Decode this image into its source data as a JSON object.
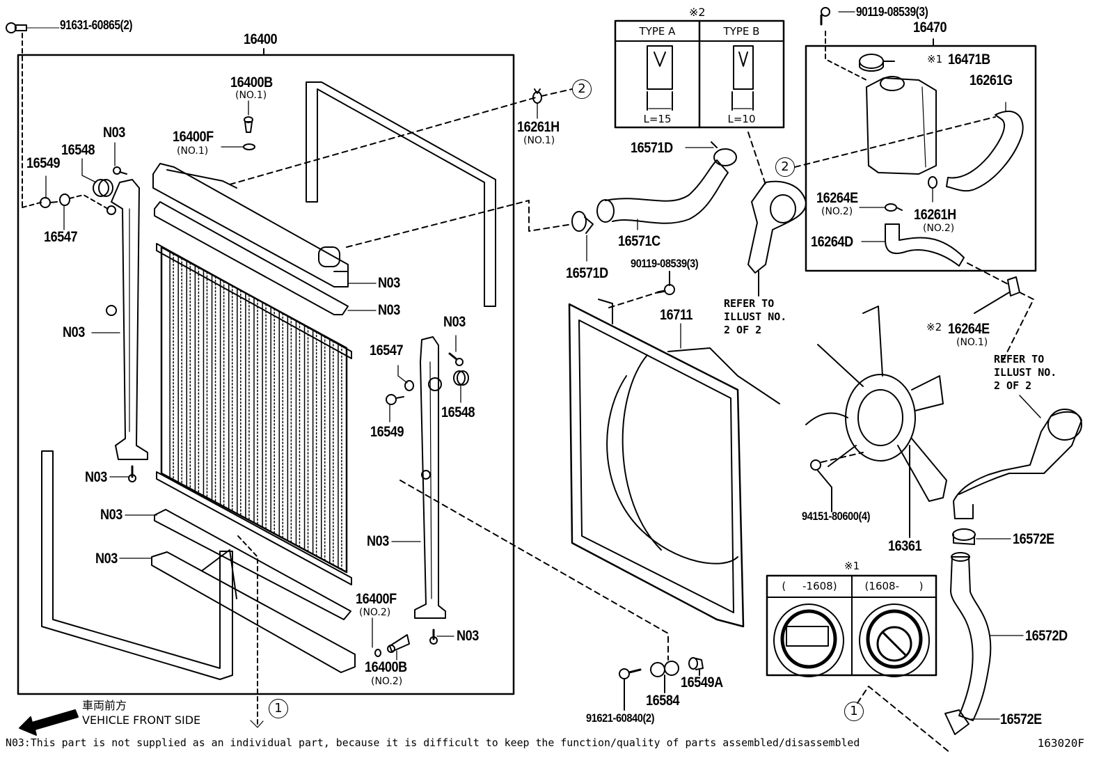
{
  "diagram": {
    "title": "Radiator & Water Outlet parts illustration",
    "illustration_code": "163020F",
    "note": "N03:This part is not supplied as an individual part, because it is difficult to keep the function/quality of parts assembled/disassembled",
    "front_side": {
      "jp": "車両前方",
      "en": "VEHICLE FRONT SIDE",
      "icon": "arrow-down-left-icon"
    },
    "refer_text": "REFER TO\nILLUST NO.\n2 OF 2",
    "connectors": [
      "1",
      "2"
    ],
    "labels": {
      "bolt_top_left": "91631-60865(2)",
      "radiator_assy": "16400",
      "drain_plug_no1": "16400B",
      "drain_plug_no1_sub": "(NO.1)",
      "oring_no1": "16400F",
      "oring_no1_sub": "(NO.1)",
      "n03": "N03",
      "cushion_upper_left": "16548",
      "bolt_16549_left": "16549",
      "washer_16547_left": "16547",
      "washer_16547_right": "16547",
      "cushion_16548_right": "16548",
      "bolt_16549_right": "16549",
      "oring_no2": "16400F",
      "oring_no2_sub": "(NO.2)",
      "drain_plug_no2": "16400B",
      "drain_plug_no2_sub": "(NO.2)",
      "clamp_16261h_no1": "16261H",
      "clamp_16261h_no1_sub": "(NO.1)",
      "clamp_16571d_top": "16571D",
      "hose_16571c": "16571C",
      "clamp_16571d_bottom": "16571D",
      "bolt_shroud": "90119-08539(3)",
      "shroud": "16711",
      "bolt_top_right": "90119-08539(3)",
      "reserve_tank": "16470",
      "cap_16471b": "16471B",
      "cap_16471b_mark": "※1",
      "hose_16261g": "16261G",
      "clamp_16264e_no2": "16264E",
      "clamp_16264e_no2_sub": "(NO.2)",
      "clamp_16261h_no2": "16261H",
      "clamp_16261h_no2_sub": "(NO.2)",
      "hose_16264d": "16264D",
      "clamp_16264e_no1": "16264E",
      "clamp_16264e_no1_sub": "(NO.1)",
      "clamp_16264e_no1_mark": "※2",
      "nut_fan": "94151-80600(4)",
      "fan": "16361",
      "clamp_16572e_top": "16572E",
      "hose_16572d": "16572D",
      "clamp_16572e_bottom": "16572E",
      "bolt_bottom": "91621-60840(2)",
      "cock_16584": "16584",
      "plug_16549a": "16549A"
    },
    "type_table": {
      "mark": "※2",
      "columns": [
        {
          "header": "TYPE A",
          "length": "L=15"
        },
        {
          "header": "TYPE B",
          "length": "L=10"
        }
      ]
    },
    "cap_table": {
      "mark": "※1",
      "columns": [
        {
          "header": "(     -1608)"
        },
        {
          "header": "(1608-      )"
        }
      ]
    }
  }
}
